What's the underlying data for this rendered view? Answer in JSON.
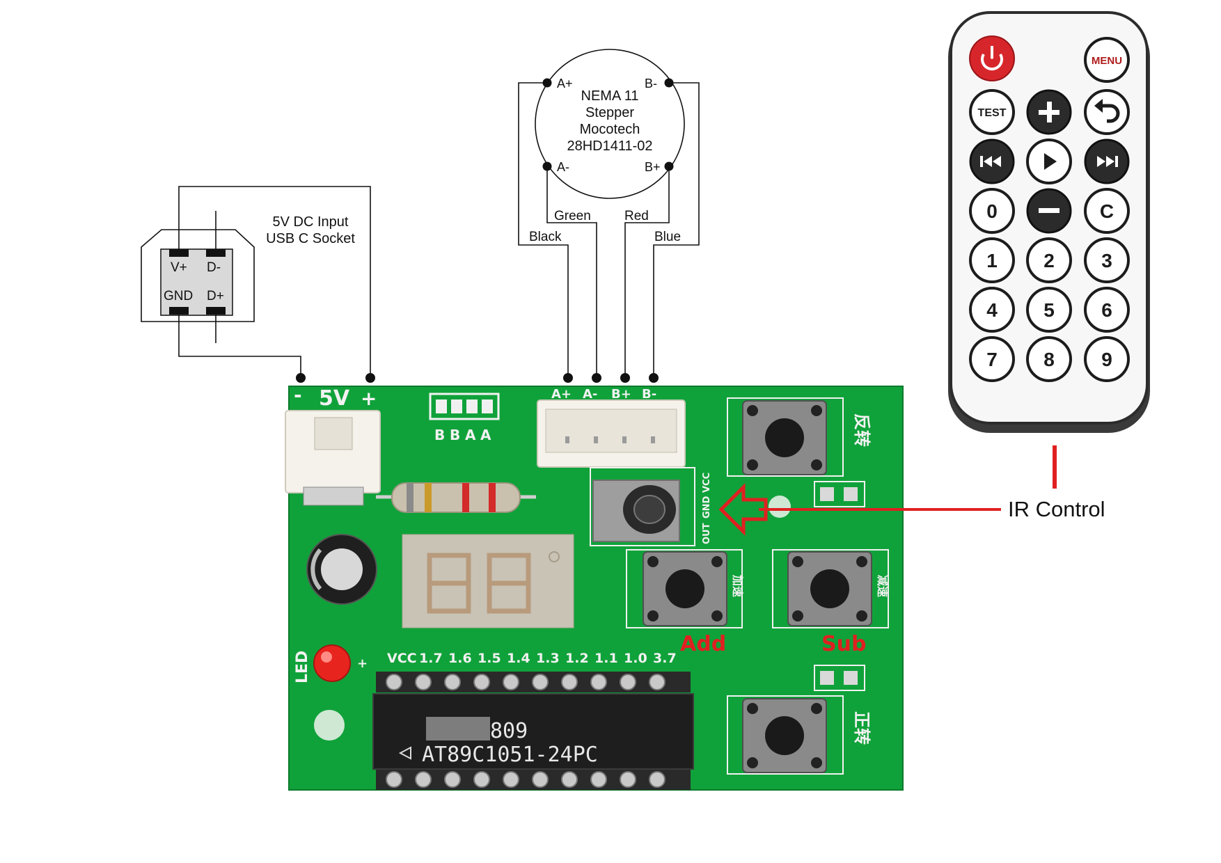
{
  "usb": {
    "title_line1": "5V DC Input",
    "title_line2": "USB C Socket",
    "pin_vplus": "V+",
    "pin_dminus": "D-",
    "pin_gnd": "GND",
    "pin_dplus": "D+"
  },
  "motor": {
    "line1": "NEMA 11",
    "line2": "Stepper",
    "line3": "Mocotech",
    "line4": "28HD1411-02",
    "pin_aplus": "A+",
    "pin_bminus": "B-",
    "pin_aminus": "A-",
    "pin_bplus": "B+",
    "wires": [
      "Black",
      "Green",
      "Red",
      "Blue"
    ]
  },
  "board": {
    "power_minus": "-",
    "power_label": "5V",
    "power_plus": "+",
    "motor_header": [
      "A+",
      "A-",
      "B+",
      "B-"
    ],
    "phase_leds": [
      "B",
      "B",
      "A",
      "A"
    ],
    "ir_pins": [
      "VCC",
      "GND",
      "OUT"
    ],
    "led_label": "LED",
    "led_plus": "+",
    "chip_pins": [
      "VCC",
      "1.7",
      "1.6",
      "1.5",
      "1.4",
      "1.3",
      "1.2",
      "1.1",
      "1.0",
      "3.7"
    ],
    "chip_line1": "809",
    "chip_line2": "AT89C1051-24PC",
    "button_reverse": "反转",
    "button_forward": "正转",
    "button_add": "Add",
    "button_sub": "Sub",
    "button_add_cn": "加速",
    "button_sub_cn": "减速"
  },
  "annotation": {
    "ir_control": "IR Control"
  },
  "remote": {
    "menu": "MENU",
    "test": "TEST",
    "keys": [
      "0",
      "C",
      "1",
      "2",
      "3",
      "4",
      "5",
      "6",
      "7",
      "8",
      "9"
    ]
  },
  "colors": {
    "pcb_green": "#10a23a",
    "annotation_red": "#e02020",
    "power_button": "#d7262b"
  }
}
